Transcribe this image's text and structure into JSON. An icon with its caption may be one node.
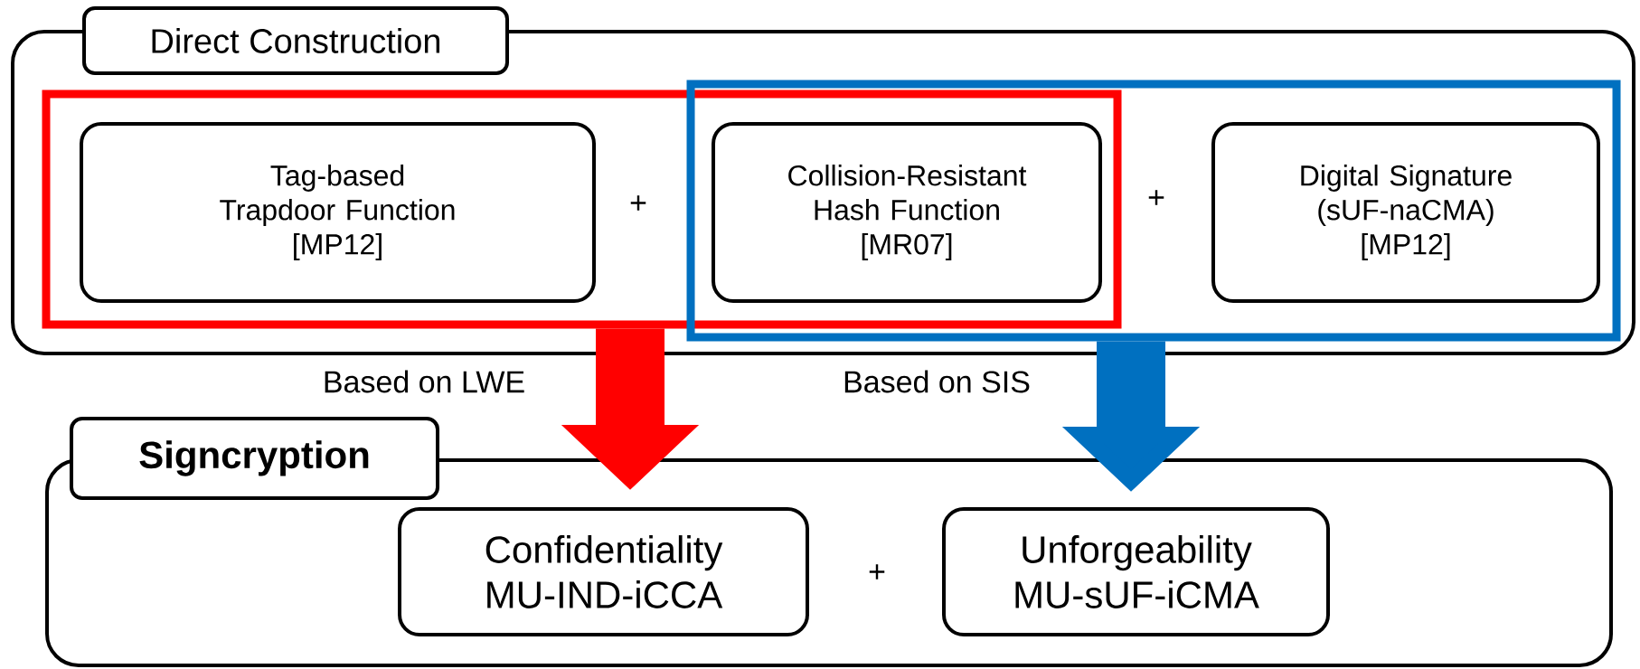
{
  "diagram": {
    "nodes": [
      {
        "text": [
          "Direct Construction"
        ]
      },
      {
        "text": [],
        "shape": "box",
        "in": 0
      },
      {
        "text": [
          "Tag-based Trapdoor Function",
          "[MP12]"
        ],
        "in": 1
      },
      {
        "text": [],
        "shape": "box",
        "in": 0
      },
      {
        "text": [
          "Collision-Resistant Hash Function",
          "[MR07]"
        ]
      },
      {
        "text": [
          "Digital Signature (sUF-naCMA)",
          "[MP12]"
        ],
        "in": 3
      },
      {
        "text": [
          "Signcryption"
        ]
      },
      {
        "text": [
          "Confidentiality",
          "MU-IND-iCCA"
        ],
        "in": 6
      },
      {
        "text": [
          "Unforgeability",
          "MU-sUF-iCMA"
        ],
        "in": 6
      }
    ],
    "edges": [
      {
        "from": 1,
        "to": 7,
        "arrow": "to",
        "label": "Based on LWE",
        "color": "#ff0000"
      },
      {
        "from": 3,
        "to": 8,
        "arrow": "to",
        "label": "Based on SIS",
        "color": "#0070c0"
      }
    ],
    "labels": [
      "+",
      "+",
      "+"
    ]
  }
}
